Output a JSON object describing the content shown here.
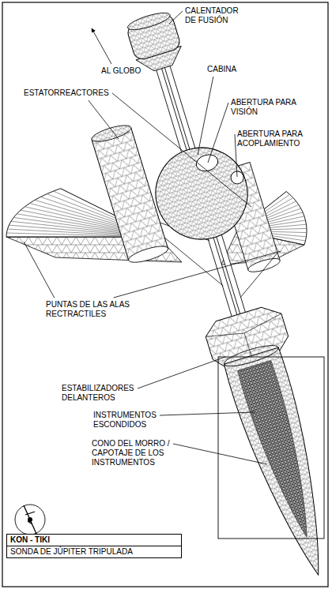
{
  "diagram": {
    "nodes": [
      {
        "text": [
          "KON - TIKI",
          "SONDA DE JÚPITER TRIPULADA"
        ]
      }
    ],
    "labels": [
      "CALENTADOR DE FUSIÓN",
      "AL GLOBO",
      "CABINA",
      "ESTATORREACTORES",
      "ABERTURA PARA VISIÓN",
      "ABERTURA PARA ACOPLAMIENTO",
      "PUNTAS DE LAS ALAS RECTRACTILES",
      "ESTABILIZADORES DELANTEROS",
      "INSTRUMENTOS ESCONDIDOS",
      "CONO DEL MORRO / CAPOTAJE DE LOS INSTRUMENTOS"
    ]
  }
}
